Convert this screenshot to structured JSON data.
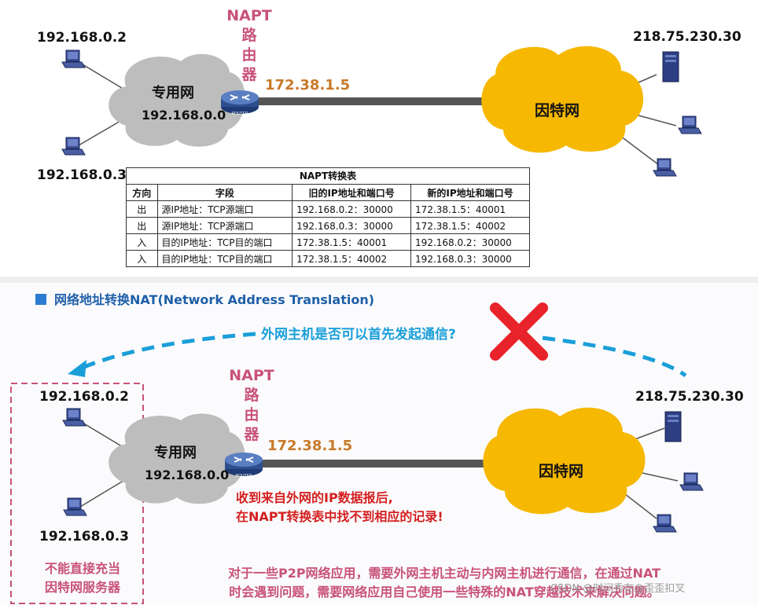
{
  "top": {
    "host1_ip": "192.168.0.2",
    "host2_ip": "192.168.0.3",
    "private_net_label": "专用网",
    "private_net_ip": "192.168.0.0",
    "router_title": [
      "NAPT",
      "路",
      "由",
      "器"
    ],
    "router_public_ip": "172.38.1.5",
    "internet_label": "因特网",
    "server_ip": "218.75.230.30",
    "router_badge": "ROUTER",
    "table": {
      "title": "NAPT转换表",
      "headers": [
        "方向",
        "字段",
        "旧的IP地址和端口号",
        "新的IP地址和端口号"
      ],
      "rows": [
        [
          "出",
          "源IP地址：TCP源端口",
          "192.168.0.2：30000",
          "172.38.1.5：40001"
        ],
        [
          "出",
          "源IP地址：TCP源端口",
          "192.168.0.3：30000",
          "172.38.1.5：40002"
        ],
        [
          "入",
          "目的IP地址：TCP目的端口",
          "172.38.1.5：40001",
          "192.168.0.2：30000"
        ],
        [
          "入",
          "目的IP地址：TCP目的端口",
          "172.38.1.5：40002",
          "192.168.0.3：30000"
        ]
      ]
    }
  },
  "bottom": {
    "section_title": "网络地址转换NAT(Network Address Translation)",
    "question": "外网主机是否可以首先发起通信?",
    "host1_ip": "192.168.0.2",
    "host2_ip": "192.168.0.3",
    "private_net_label": "专用网",
    "private_net_ip": "192.168.0.0",
    "router_title": [
      "NAPT",
      "路",
      "由",
      "器"
    ],
    "router_public_ip": "172.38.1.5",
    "router_badge": "ROUTER",
    "internet_label": "因特网",
    "server_ip": "218.75.230.30",
    "red_message": [
      "收到来自外网的IP数据报后,",
      "在NAPT转换表中找不到相应的记录!"
    ],
    "pink_message": [
      "不能直接充当",
      "因特网服务器"
    ],
    "note": [
      "对于一些P2P网络应用，需要外网主机主动与内网主机进行通信，在通过NAT",
      "时会遇到问题，需要网络应用自己使用一些特殊的NAT穿越技术来解决问题。"
    ],
    "watermark": "CSDN @时间秀在@歪歪扣叉"
  },
  "colors": {
    "cloud_gray": "#bdbdbd",
    "cloud_yellow": "#f6b800",
    "router_blue": "#2e4e8e",
    "host_blue": "#34468a",
    "question_blue": "#1a9fd9",
    "cross_red": "#e8232b",
    "pink": "#c8527a",
    "orange": "#c77a2a"
  }
}
